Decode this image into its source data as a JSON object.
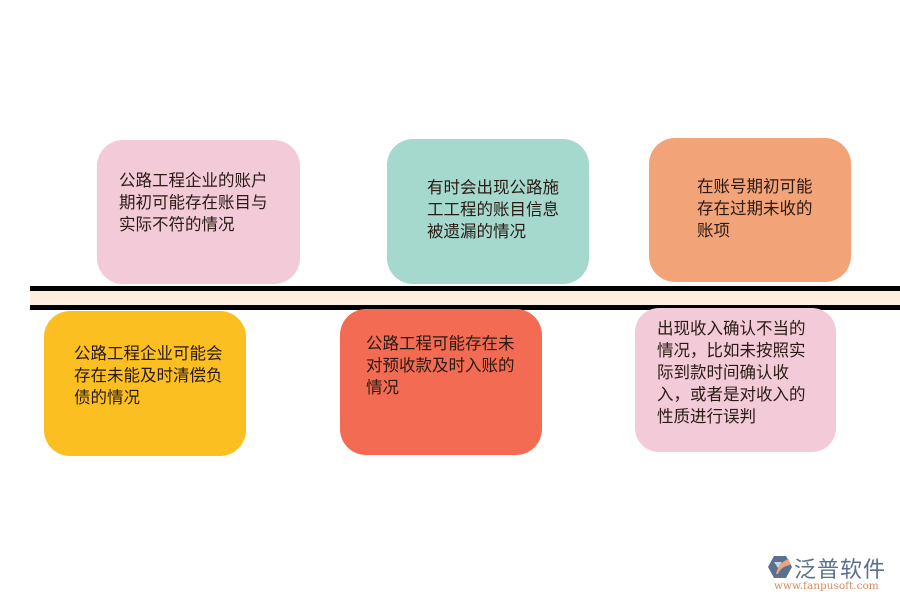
{
  "diagram": {
    "type": "timeline-cards",
    "divider_colors": {
      "border": "#000000",
      "fill": "#fdeee0"
    },
    "top_cards": [
      {
        "text": "公路工程企业的账户期初可能存在账目与实际不符的情况",
        "color": "#f2cad8"
      },
      {
        "text": "有时会出现公路施工工程的账目信息被遗漏的情况",
        "color": "#a5d9ce"
      },
      {
        "text": "在账号期初可能存在过期未收的账项",
        "color": "#f2a478"
      }
    ],
    "bottom_cards": [
      {
        "text": "公路工程企业可能会存在未能及时清偿负债的情况",
        "color": "#fbbf22"
      },
      {
        "text": "公路工程可能存在未对预收款及时入账的情况",
        "color": "#f26b52"
      },
      {
        "text": "出现收入确认不当的情况，比如未按照实际到款时间确认收入，或者是对收入的性质进行误判",
        "color": "#f2cad8"
      }
    ]
  },
  "watermark": {
    "brand": "泛普软件",
    "url": "www.fanpusoft.com",
    "icon": "fanpu-logo-icon"
  }
}
